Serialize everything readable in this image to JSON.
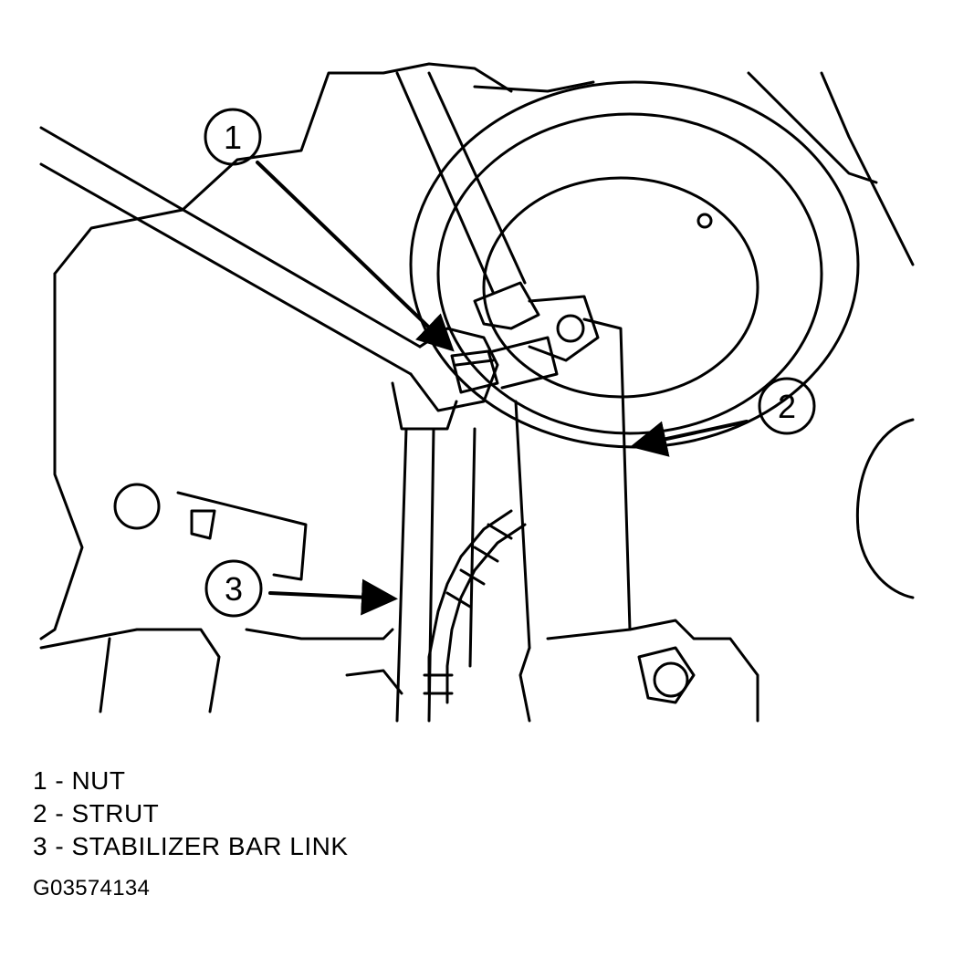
{
  "callouts": [
    {
      "number": "1",
      "label": "NUT"
    },
    {
      "number": "2",
      "label": "STRUT"
    },
    {
      "number": "3",
      "label": "STABILIZER BAR LINK"
    }
  ],
  "legend": [
    "1 - NUT",
    "2 - STRUT",
    "3 - STABILIZER BAR LINK"
  ],
  "figure_id": "G03574134"
}
